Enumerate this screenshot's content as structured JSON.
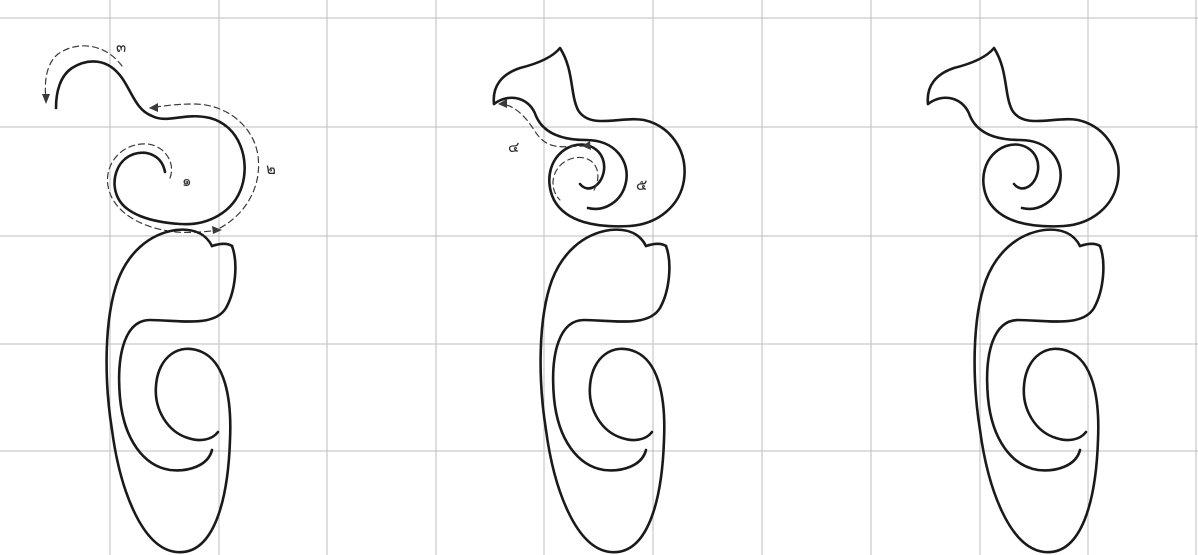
{
  "diagram": {
    "panels": [
      "step-guided",
      "step-second-stroke",
      "step-final"
    ],
    "step_labels": {
      "one": "๑",
      "two": "๒",
      "three": "๓",
      "four": "๔",
      "five": "๕"
    },
    "colors": {
      "grid": "#bdbdbd",
      "ink": "#1a1a1a",
      "guide": "#3a3a3a",
      "background": "#ffffff"
    }
  }
}
